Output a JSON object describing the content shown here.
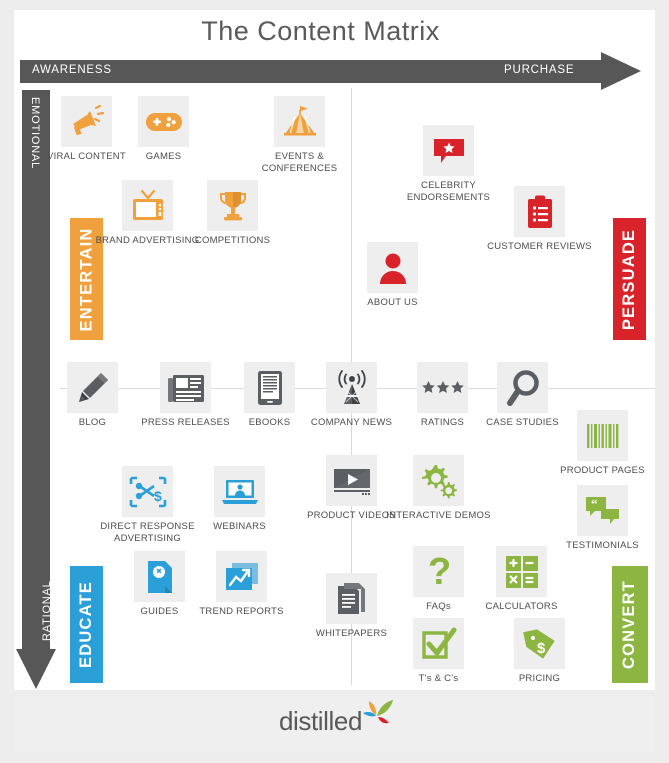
{
  "title": "The Content Matrix",
  "axes": {
    "horizontal": {
      "left_label": "AWARENESS",
      "right_label": "PURCHASE"
    },
    "vertical": {
      "top_label": "EMOTIONAL",
      "bottom_label": "RATIONAL"
    }
  },
  "quadrants": [
    {
      "id": "entertain",
      "label": "ENTERTAIN",
      "color": "#f0a03c"
    },
    {
      "id": "persuade",
      "label": "PERSUADE",
      "color": "#d9232a"
    },
    {
      "id": "educate",
      "label": "EDUCATE",
      "color": "#2b9fd8"
    },
    {
      "id": "convert",
      "label": "CONVERT",
      "color": "#8cb542"
    }
  ],
  "items": [
    {
      "id": "viral-content",
      "label": "VIRAL CONTENT",
      "icon": "megaphone-icon",
      "color": "#f0a03c",
      "quadrant": "entertain"
    },
    {
      "id": "games",
      "label": "GAMES",
      "icon": "gamepad-icon",
      "color": "#f0a03c",
      "quadrant": "entertain"
    },
    {
      "id": "events-conferences",
      "label": "EVENTS & CONFERENCES",
      "icon": "tent-icon",
      "color": "#f0a03c",
      "quadrant": "entertain"
    },
    {
      "id": "brand-advertising",
      "label": "BRAND ADVERTISING",
      "icon": "television-icon",
      "color": "#f0a03c",
      "quadrant": "entertain"
    },
    {
      "id": "competitions",
      "label": "COMPETITIONS",
      "icon": "trophy-icon",
      "color": "#f0a03c",
      "quadrant": "entertain"
    },
    {
      "id": "celebrity-endorsements",
      "label": "CELEBRITY ENDORSEMENTS",
      "icon": "star-speech-bubble-icon",
      "color": "#d9232a",
      "quadrant": "persuade"
    },
    {
      "id": "customer-reviews",
      "label": "CUSTOMER REVIEWS",
      "icon": "clipboard-list-icon",
      "color": "#d9232a",
      "quadrant": "persuade"
    },
    {
      "id": "about-us",
      "label": "ABOUT US",
      "icon": "person-icon",
      "color": "#d9232a",
      "quadrant": "persuade"
    },
    {
      "id": "blog",
      "label": "BLOG",
      "icon": "pencil-icon",
      "color": "#5b5f63",
      "quadrant": "center"
    },
    {
      "id": "press-releases",
      "label": "PRESS RELEASES",
      "icon": "newspaper-icon",
      "color": "#5b5f63",
      "quadrant": "center"
    },
    {
      "id": "ebooks",
      "label": "EBOOKS",
      "icon": "ereader-icon",
      "color": "#5b5f63",
      "quadrant": "center"
    },
    {
      "id": "company-news",
      "label": "COMPANY NEWS",
      "icon": "broadcast-tower-icon",
      "color": "#5b5f63",
      "quadrant": "center"
    },
    {
      "id": "ratings",
      "label": "RATINGS",
      "icon": "three-stars-icon",
      "color": "#5b5f63",
      "quadrant": "center"
    },
    {
      "id": "case-studies",
      "label": "CASE STUDIES",
      "icon": "magnifier-icon",
      "color": "#5b5f63",
      "quadrant": "center"
    },
    {
      "id": "direct-response-advertising",
      "label": "DIRECT RESPONSE ADVERTISING",
      "icon": "coupon-scissors-icon",
      "color": "#2b9fd8",
      "quadrant": "educate"
    },
    {
      "id": "webinars",
      "label": "WEBINARS",
      "icon": "laptop-presenter-icon",
      "color": "#2b9fd8",
      "quadrant": "educate"
    },
    {
      "id": "guides",
      "label": "GUIDES",
      "icon": "guide-document-icon",
      "color": "#2b9fd8",
      "quadrant": "educate"
    },
    {
      "id": "trend-reports",
      "label": "TREND REPORTS",
      "icon": "trend-chart-icon",
      "color": "#2b9fd8",
      "quadrant": "educate"
    },
    {
      "id": "product-videos",
      "label": "PRODUCT VIDEOS",
      "icon": "video-player-icon",
      "color": "#5b5f63",
      "quadrant": "center"
    },
    {
      "id": "whitepapers",
      "label": "WHITEPAPERS",
      "icon": "documents-icon",
      "color": "#5b5f63",
      "quadrant": "center"
    },
    {
      "id": "interactive-demos",
      "label": "INTERACTIVE DEMOS",
      "icon": "gears-icon",
      "color": "#8cb542",
      "quadrant": "convert"
    },
    {
      "id": "product-pages",
      "label": "PRODUCT PAGES",
      "icon": "barcode-icon",
      "color": "#8cb542",
      "quadrant": "convert"
    },
    {
      "id": "testimonials",
      "label": "TESTIMONIALS",
      "icon": "quote-bubbles-icon",
      "color": "#8cb542",
      "quadrant": "convert"
    },
    {
      "id": "faqs",
      "label": "FAQs",
      "icon": "question-mark-icon",
      "color": "#8cb542",
      "quadrant": "convert"
    },
    {
      "id": "calculators",
      "label": "CALCULATORS",
      "icon": "calculator-icon",
      "color": "#8cb542",
      "quadrant": "convert"
    },
    {
      "id": "terms-conditions",
      "label": "T's & C's",
      "icon": "checkbox-tick-icon",
      "color": "#8cb542",
      "quadrant": "convert"
    },
    {
      "id": "pricing",
      "label": "PRICING",
      "icon": "price-tag-icon",
      "color": "#8cb542",
      "quadrant": "convert"
    }
  ],
  "footer": {
    "brand": "distilled",
    "logo_colors": [
      "#8cb542",
      "#f0a03c",
      "#2b9fd8",
      "#d9232a"
    ]
  }
}
